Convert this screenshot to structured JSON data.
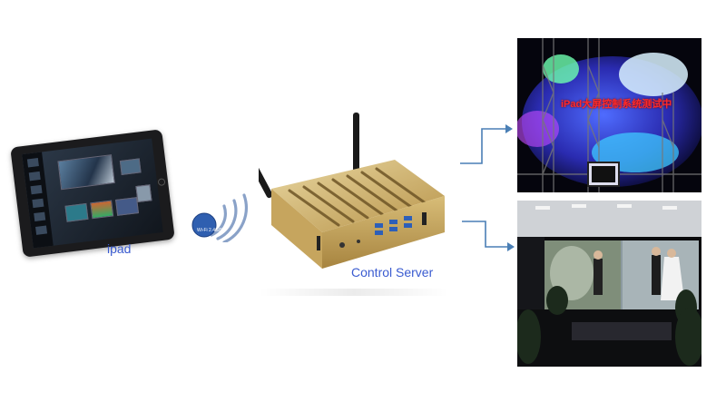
{
  "labels": {
    "ipad": "ipad",
    "control_server": "Control Server",
    "wifi": "Wi-Fi 2.4G/5G",
    "screen_text": "iPad大屏控制系统测试中"
  },
  "icons": {
    "ipad": "tablet-icon",
    "wifi": "wifi-signal-icon",
    "server": "mini-pc-server-icon",
    "arrow_top": "arrow-right-icon",
    "arrow_bottom": "arrow-right-icon"
  },
  "colors": {
    "label": "#3a5bd0",
    "arrow": "#4a7fb5",
    "wifi_badge": "#2f5fb0",
    "server_body": "#c9a860"
  }
}
